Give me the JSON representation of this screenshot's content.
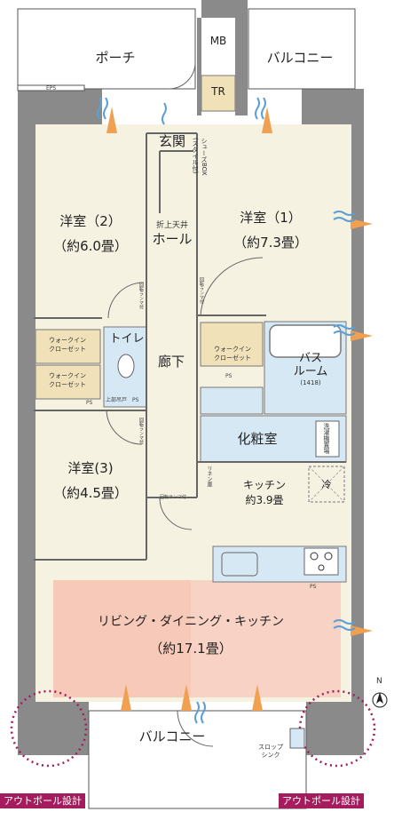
{
  "rooms": {
    "porch": "ポーチ",
    "balcony_top": "バルコニー",
    "mb": "MB",
    "tr": "TR",
    "genkan": "玄関",
    "shoes_box": "シューズBOX",
    "shoes_box_sub": "(スタイル付)",
    "hall_ceiling": "折上天井",
    "hall": "ホール",
    "western2": "洋室（2）",
    "western2_area": "（約6.0畳）",
    "western1": "洋室（1）",
    "western1_area": "（約7.3畳）",
    "wic": "ウォークイン クローゼット",
    "wic_a": "ウォークイン",
    "wic_b": "クローゼット",
    "toilet": "トイレ",
    "corridor": "廊下",
    "bath": "バス ルーム",
    "bath_a": "バス",
    "bath_b": "ルーム",
    "bath_size": "(1418)",
    "vanity": "化粧室",
    "washer": "洗濯機置場",
    "western3": "洋室(3)",
    "western3_area": "（約4.5畳）",
    "kitchen": "キッチン",
    "kitchen_area": "約3.9畳",
    "fridge": "冷",
    "ldk": "リビング・ダイニング・キッチン",
    "ldk_area": "（約17.1畳）",
    "balcony_bottom": "バルコニー",
    "slop_sink_a": "スロップ",
    "slop_sink_b": "シンク",
    "eps": "EPS",
    "ps": "PS",
    "hand_basin": "上部吊戸",
    "shelf": "リネン庫",
    "door_note": "回転ランマ付",
    "north": "N"
  },
  "tags": {
    "outpole_left": "アウトポール設計",
    "outpole_right": "アウトポール設計"
  },
  "colors": {
    "wall": "#8a8a8a",
    "floor": "#f6f2e2",
    "ldk_highlight": "#f8d2c4",
    "wet_area": "#d6e8f4",
    "closet": "#f0e1b8",
    "accent": "#a41c5e",
    "airflow_blue": "#5b9fd6",
    "airflow_orange": "#f0a050"
  }
}
